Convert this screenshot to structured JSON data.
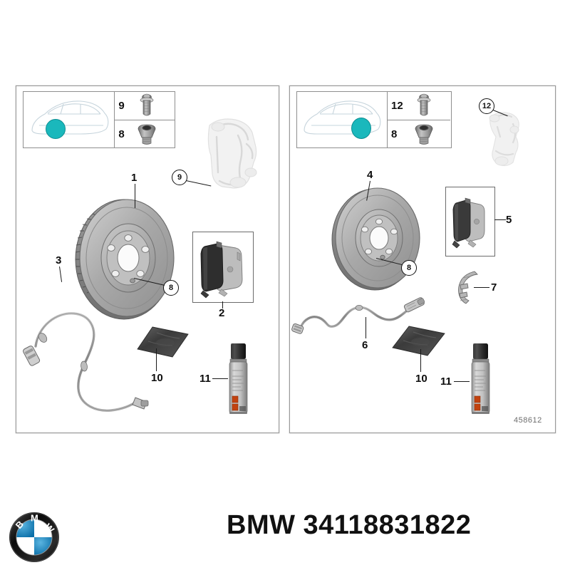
{
  "document": {
    "brand": "BMW",
    "part_number": "34118831822",
    "footer_text": "BMW 34118831822",
    "diagram_reference": "458612",
    "highlight_color": "#1ab8bc"
  },
  "panels": [
    {
      "id": "front-axle",
      "key_box": {
        "vehicle_view": "car-side-silhouette",
        "highlight_position": "front-wheel",
        "fasteners": [
          {
            "number": "9",
            "icon": "flange-hex-bolt"
          },
          {
            "number": "8",
            "icon": "countersunk-socket-screw"
          }
        ]
      },
      "callouts": [
        {
          "number": "1",
          "style": "plain",
          "part": "brake-disc-vented"
        },
        {
          "number": "9",
          "style": "circle",
          "part": "caliper-carrier-bolt"
        },
        {
          "number": "2",
          "style": "plain",
          "part": "brake-pad-set"
        },
        {
          "number": "8",
          "style": "circle",
          "part": "disc-retaining-screw"
        },
        {
          "number": "3",
          "style": "plain",
          "part": "brake-pad-wear-sensor"
        },
        {
          "number": "10",
          "style": "plain",
          "part": "grease-sachet"
        },
        {
          "number": "11",
          "style": "plain",
          "part": "brake-cleaner-spray"
        }
      ]
    },
    {
      "id": "rear-axle",
      "key_box": {
        "vehicle_view": "car-side-silhouette",
        "highlight_position": "rear-wheel",
        "fasteners": [
          {
            "number": "12",
            "icon": "flange-hex-bolt"
          },
          {
            "number": "8",
            "icon": "countersunk-socket-screw"
          }
        ]
      },
      "callouts": [
        {
          "number": "12",
          "style": "circle",
          "part": "caliper-carrier"
        },
        {
          "number": "4",
          "style": "plain",
          "part": "brake-disc-solid"
        },
        {
          "number": "5",
          "style": "plain",
          "part": "brake-pad-set"
        },
        {
          "number": "8",
          "style": "circle",
          "part": "disc-retaining-screw"
        },
        {
          "number": "7",
          "style": "plain",
          "part": "pad-retaining-spring"
        },
        {
          "number": "6",
          "style": "plain",
          "part": "brake-pad-wear-sensor"
        },
        {
          "number": "10",
          "style": "plain",
          "part": "grease-sachet"
        },
        {
          "number": "11",
          "style": "plain",
          "part": "brake-cleaner-spray"
        }
      ]
    }
  ]
}
